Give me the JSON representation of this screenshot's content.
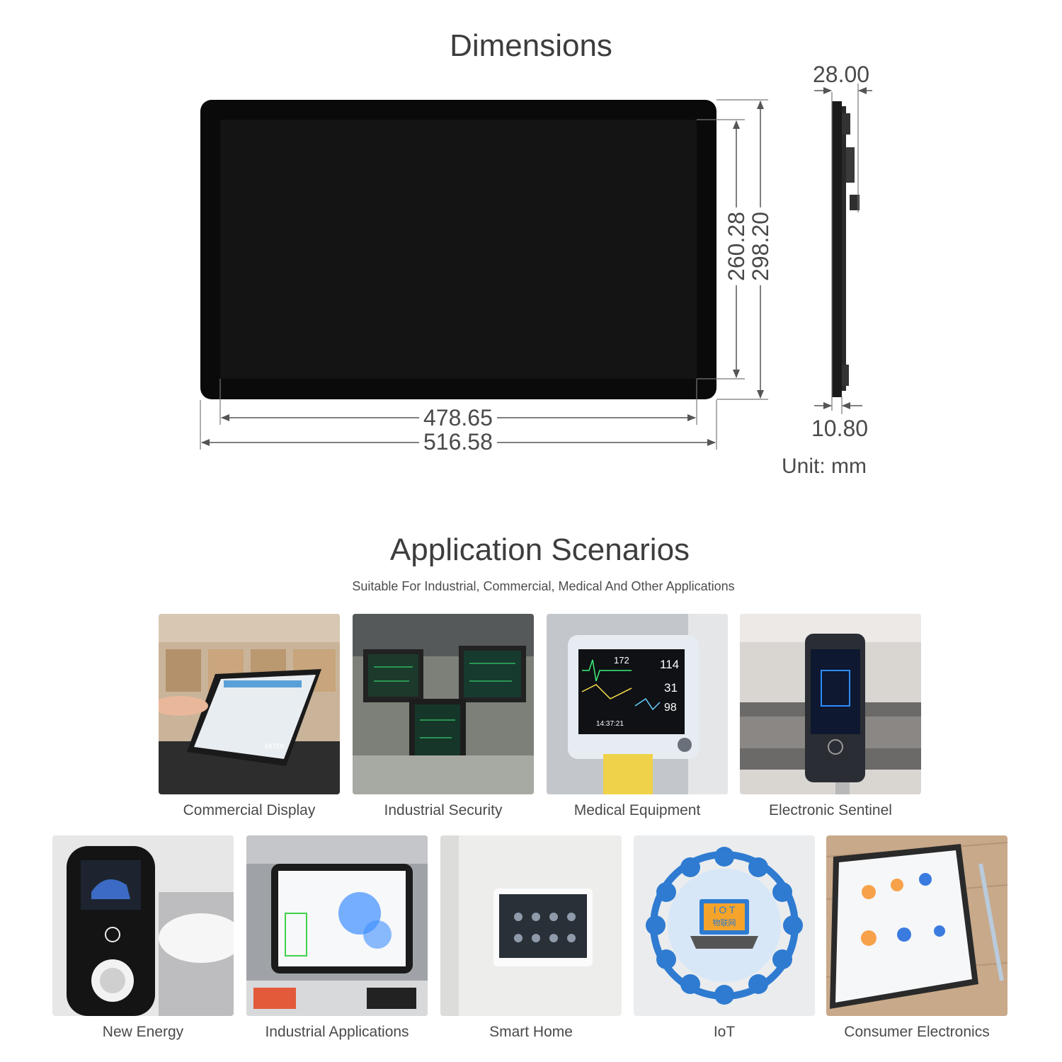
{
  "dimensions": {
    "title": "Dimensions",
    "width_outer": "516.58",
    "width_inner": "478.65",
    "height_outer": "298.20",
    "height_inner": "260.28",
    "depth_total": "28.00",
    "depth_panel": "10.80",
    "unit": "Unit: mm"
  },
  "scenarios": {
    "title": "Application Scenarios",
    "subtitle": "Suitable For Industrial, Commercial, Medical And Other Applications",
    "row1": [
      {
        "label": "Commercial Display"
      },
      {
        "label": "Industrial Security"
      },
      {
        "label": "Medical Equipment"
      },
      {
        "label": "Electronic Sentinel"
      }
    ],
    "row2": [
      {
        "label": "New Energy"
      },
      {
        "label": "Industrial Applications"
      },
      {
        "label": "Smart Home"
      },
      {
        "label": "IoT"
      },
      {
        "label": "Consumer Electronics"
      }
    ],
    "photo_text": {
      "enter": "ENTER",
      "hr": "172",
      "spo2": "114",
      "resp": "31",
      "pct": "98",
      "clock": "14:37:21",
      "iot_top": "I O T",
      "iot_bottom": "物联网"
    }
  }
}
